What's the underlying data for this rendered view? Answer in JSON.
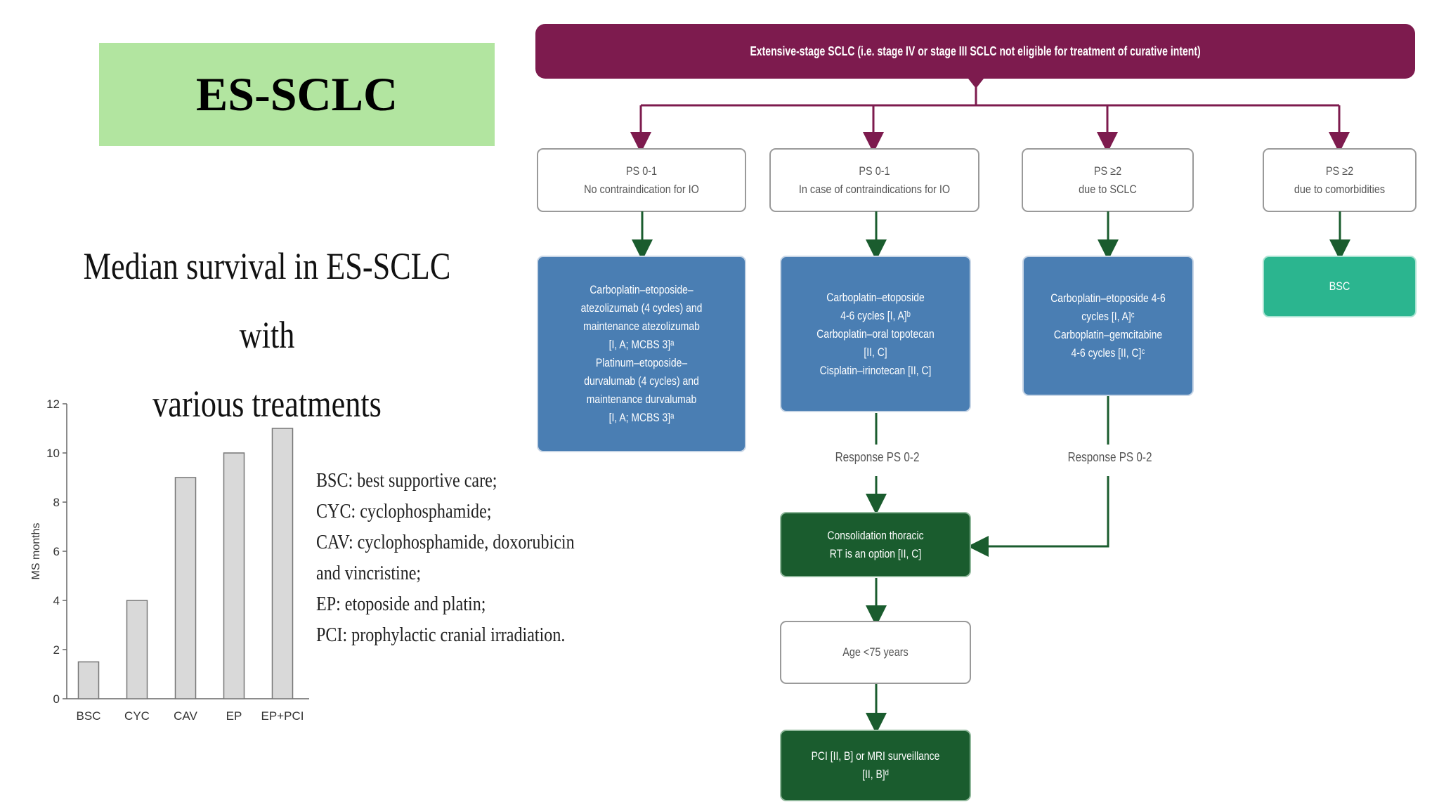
{
  "title": "ES-SCLC",
  "survival_heading": [
    "Median survival in ES-SCLC with",
    "various treatments"
  ],
  "abbreviations": [
    "BSC: best supportive care;",
    "CYC: cyclophosphamide;",
    "CAV: cyclophosphamide, doxorubicin",
    "and vincristine;",
    "EP: etoposide and platin;",
    "PCI: prophylactic cranial irradiation."
  ],
  "chart_data": {
    "type": "bar",
    "categories": [
      "BSC",
      "CYC",
      "CAV",
      "EP",
      "EP+PCI"
    ],
    "values": [
      1.5,
      4,
      9,
      10,
      11
    ],
    "ylabel": "MS months",
    "ylim": [
      0,
      12
    ],
    "yticks": [
      0,
      2,
      4,
      6,
      8,
      10,
      12
    ],
    "bar_color": "#d9d9d9",
    "grid": false
  },
  "flowchart": {
    "header": "Extensive-stage SCLC (i.e. stage IV or stage III SCLC not eligible for treatment of curative intent)",
    "ps_boxes": [
      [
        "PS 0-1",
        "No contraindication for IO"
      ],
      [
        "PS 0-1",
        "In case of contraindications for IO"
      ],
      [
        "PS ≥2",
        "due to SCLC"
      ],
      [
        "PS ≥2",
        "due to comorbidities"
      ]
    ],
    "treatment_boxes": [
      [
        "Carboplatin–etoposide–",
        "atezolizumab (4 cycles) and",
        "maintenance atezolizumab",
        "[I, A; MCBS 3]ᵃ",
        "Platinum–etoposide–",
        "durvalumab (4 cycles) and",
        "maintenance durvalumab",
        "[I, A; MCBS 3]ᵃ"
      ],
      [
        "Carboplatin–etoposide",
        "4-6 cycles [I, A]ᵇ",
        "Carboplatin–oral topotecan",
        "[II, C]",
        "Cisplatin–irinotecan [II, C]"
      ],
      [
        "Carboplatin–etoposide 4-6",
        "cycles [I, A]ᶜ",
        "Carboplatin–gemcitabine",
        "4-6 cycles [II, C]ᶜ"
      ],
      [
        "BSC"
      ]
    ],
    "response_labels": [
      "Response PS 0-2",
      "Response PS 0-2"
    ],
    "consolidation": [
      "Consolidation thoracic",
      "RT is an option [II, C]"
    ],
    "age_box": "Age <75 years",
    "pci_box": [
      "PCI [II, B] or MRI surveillance",
      "[II, B]ᵈ"
    ],
    "colors": {
      "header": "#7d1b4e",
      "blue_box": "#4a7eb3",
      "teal_box": "#2bb58f",
      "dark_green": "#1a5c2e",
      "arrow_top": "#7d1b4e",
      "arrow_green": "#1a5c2e"
    }
  }
}
